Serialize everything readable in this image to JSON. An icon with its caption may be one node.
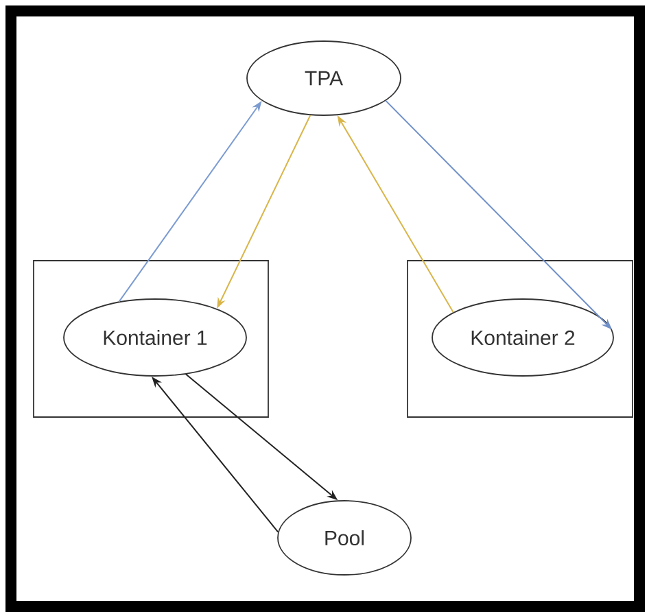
{
  "diagram": {
    "nodes": [
      {
        "text": [
          "TPA"
        ]
      },
      {
        "text": [],
        "shape": "box"
      },
      {
        "text": [
          "Kontainer 1"
        ],
        "in": 1
      },
      {
        "text": [],
        "shape": "box"
      },
      {
        "text": [
          "Kontainer 2"
        ],
        "in": 3
      },
      {
        "text": [
          "Pool"
        ]
      }
    ],
    "edges": [
      {
        "from": 2,
        "to": 0,
        "arrow": "to",
        "color": "#7b9bd1"
      },
      {
        "from": 0,
        "to": 2,
        "arrow": "to",
        "color": "#d9b54a"
      },
      {
        "from": 4,
        "to": 0,
        "arrow": "to",
        "color": "#d9b54a"
      },
      {
        "from": 0,
        "to": 4,
        "arrow": "to",
        "color": "#6f8fc8"
      },
      {
        "from": 5,
        "to": 2,
        "arrow": "to",
        "color": "#222222"
      },
      {
        "from": 2,
        "to": 5,
        "arrow": "to",
        "color": "#222222"
      }
    ]
  }
}
